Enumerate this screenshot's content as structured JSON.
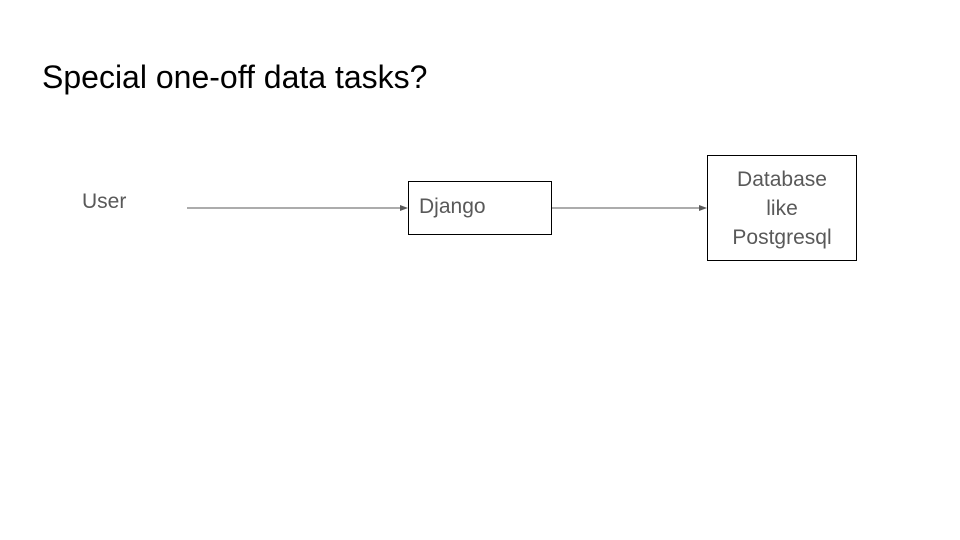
{
  "slide": {
    "title": "Special one-off data tasks?"
  },
  "diagram": {
    "user_label": "User",
    "django_label": "Django",
    "database_label": "Database like Postgresql"
  },
  "colors": {
    "title": "#000000",
    "node_text": "#595959",
    "border": "#000000",
    "arrow": "#595959"
  }
}
